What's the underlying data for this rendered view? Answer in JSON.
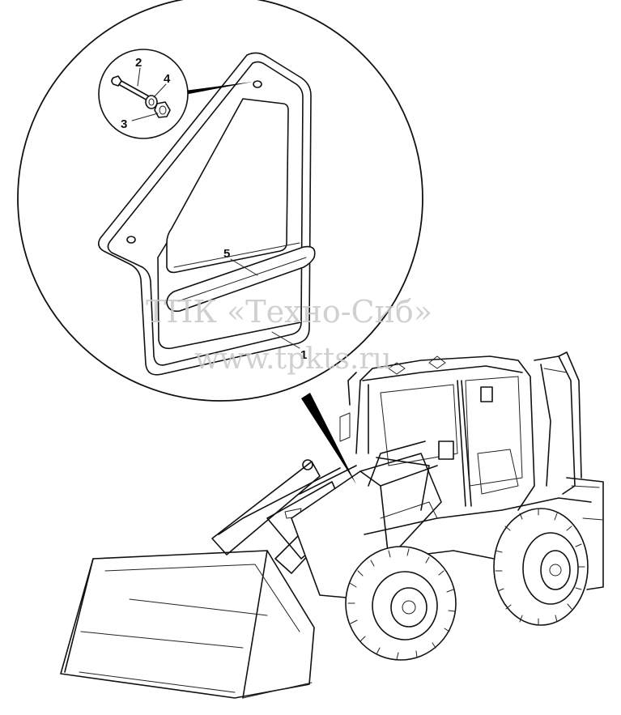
{
  "diagram": {
    "callouts": {
      "part_1": "1",
      "part_2": "2",
      "part_3": "3",
      "part_4": "4",
      "part_5": "5"
    },
    "watermark": {
      "line1": "ТПК «Техно-Сиб»",
      "line2": "www.tpkts.ru"
    }
  }
}
